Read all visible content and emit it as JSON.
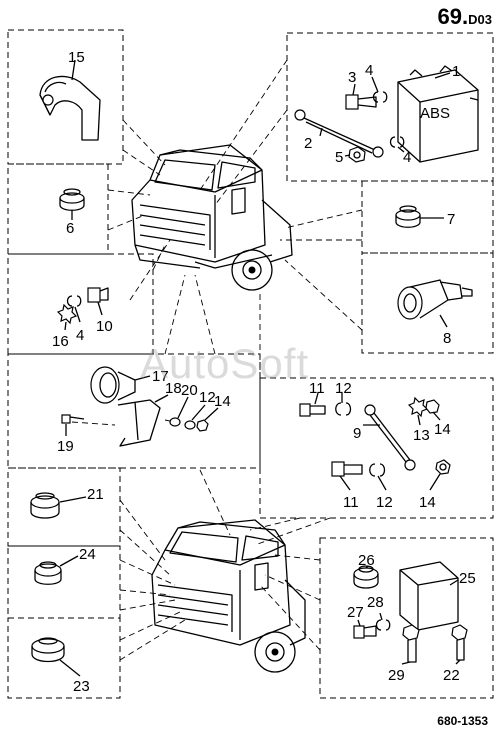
{
  "header": {
    "page_number": "69.",
    "section_code": "D03"
  },
  "footer": {
    "drawing_code": "680-1353"
  },
  "watermark": "AutoSoft",
  "ecu_label": "ABS",
  "callouts": {
    "c1": "1",
    "c2": "2",
    "c3": "3",
    "c4a": "4",
    "c4b": "4",
    "c4c": "4",
    "c5": "5",
    "c6": "6",
    "c7": "7",
    "c8": "8",
    "c9": "9",
    "c10": "10",
    "c11a": "11",
    "c11b": "11",
    "c12a": "12",
    "c12b": "12",
    "c12c": "12",
    "c13": "13",
    "c14a": "14",
    "c14b": "14",
    "c14c": "14",
    "c15": "15",
    "c16": "16",
    "c17": "17",
    "c18": "18",
    "c19": "19",
    "c20": "20",
    "c21": "21",
    "c22": "22",
    "c23": "23",
    "c24": "24",
    "c25": "25",
    "c26": "26",
    "c27": "27",
    "c28": "28",
    "c29": "29"
  }
}
